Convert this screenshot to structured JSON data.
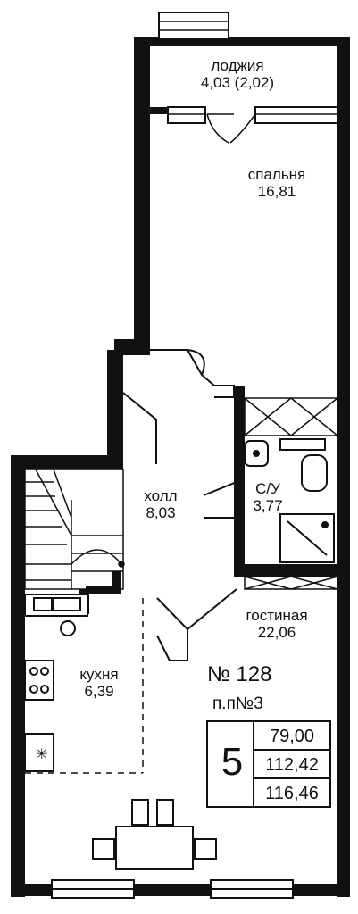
{
  "rooms": {
    "loggia": {
      "name": "лоджия",
      "area": "4,03 (2,02)"
    },
    "bedroom": {
      "name": "спальня",
      "area": "16,81"
    },
    "hall": {
      "name": "холл",
      "area": "8,03"
    },
    "bathroom": {
      "name": "С/У",
      "area": "3,77"
    },
    "living": {
      "name": "гостиная",
      "area": "22,06"
    },
    "kitchen": {
      "name": "кухня",
      "area": "6,39"
    }
  },
  "apartment": {
    "number": "№ 128",
    "entrance": "п.п№3",
    "rooms_count": "5",
    "areas": [
      "79,00",
      "112,42",
      "116,46"
    ]
  }
}
